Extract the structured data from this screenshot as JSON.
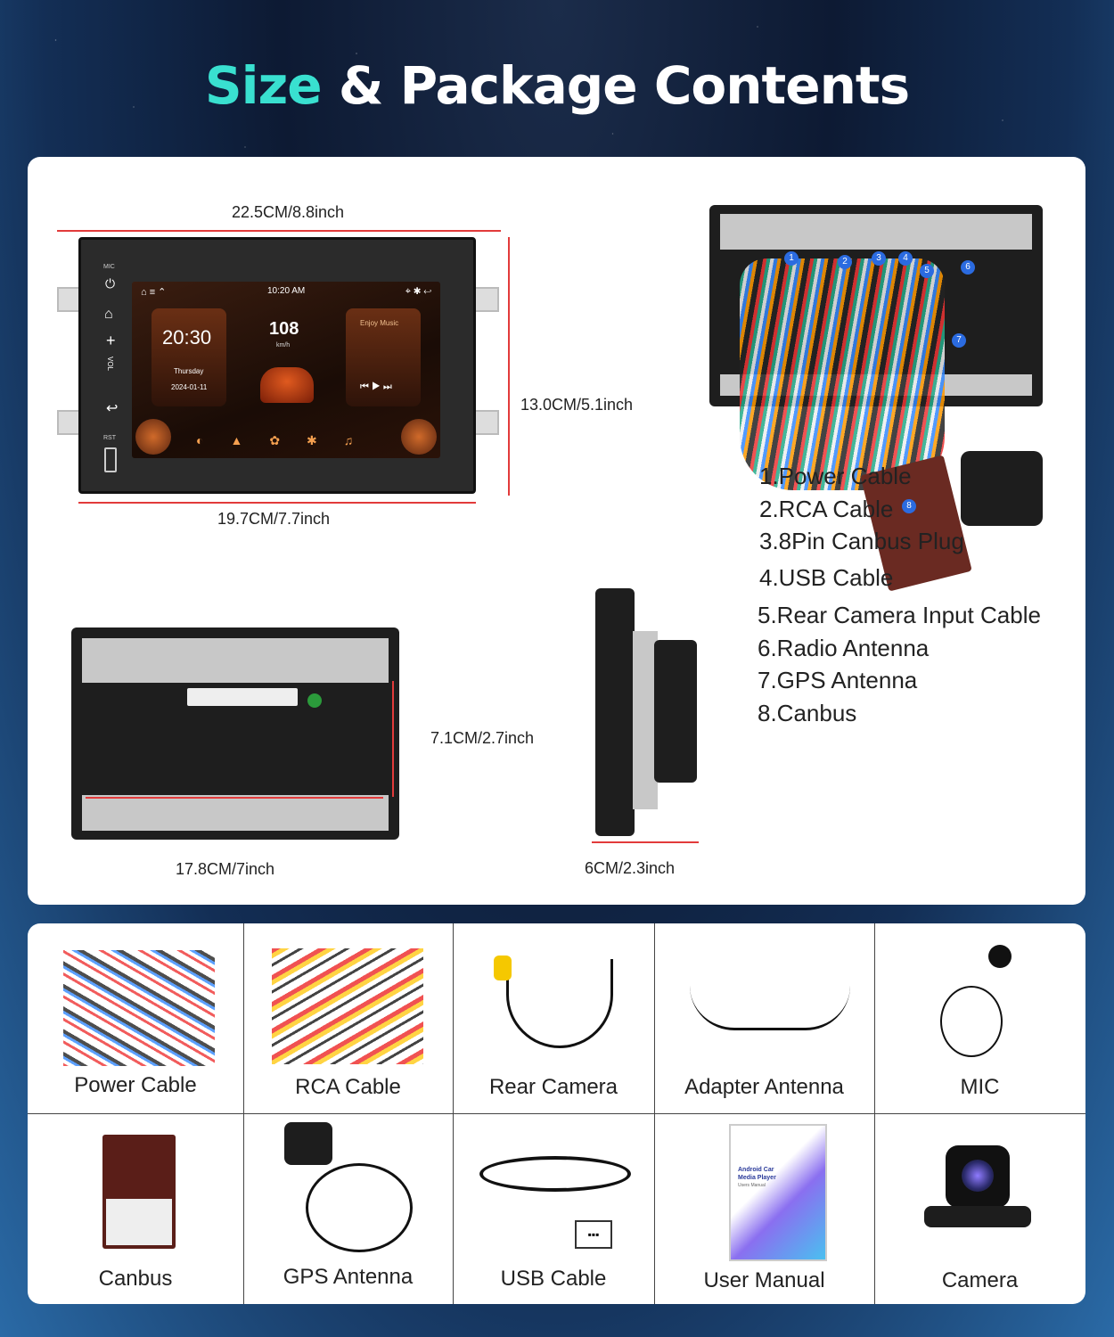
{
  "headline": {
    "accent": "Size",
    "rest": "& Package Contents"
  },
  "dimensions": {
    "front_width": "22.5CM/8.8inch",
    "front_height": "13.0CM/5.1inch",
    "front_inner_width": "19.7CM/7.7inch",
    "back_height": "7.1CM/2.7inch",
    "back_width": "17.8CM/7inch",
    "depth": "6CM/2.3inch"
  },
  "screen": {
    "time": "10:20 AM",
    "clock": "20:30",
    "day": "Thursday",
    "date": "2024-01-11",
    "speed": "108",
    "speed_unit": "km/h",
    "music": "Enjoy Music",
    "mic": "MIC",
    "rst": "RST",
    "vol": "VOL"
  },
  "harness_numbers": [
    "1",
    "2",
    "3",
    "4",
    "5",
    "6",
    "7",
    "8"
  ],
  "contents_list": [
    "1.Power Cable",
    "2.RCA Cable",
    "3.8Pin Canbus Plug",
    "4.USB Cable",
    "5.Rear Camera Input Cable",
    "6.Radio Antenna",
    "7.GPS Antenna",
    "8.Canbus"
  ],
  "package_items": [
    "Power Cable",
    "RCA Cable",
    "Rear Camera",
    "Adapter Antenna",
    "MIC",
    "Canbus",
    "GPS Antenna",
    "USB Cable",
    "User Manual",
    "Camera"
  ],
  "manual_text": {
    "line1": "Android Car",
    "line2": "Media Player",
    "line3": "Users Manual"
  },
  "colors": {
    "accent": "#39e0d0",
    "dimension_line": "#e23b3b"
  }
}
